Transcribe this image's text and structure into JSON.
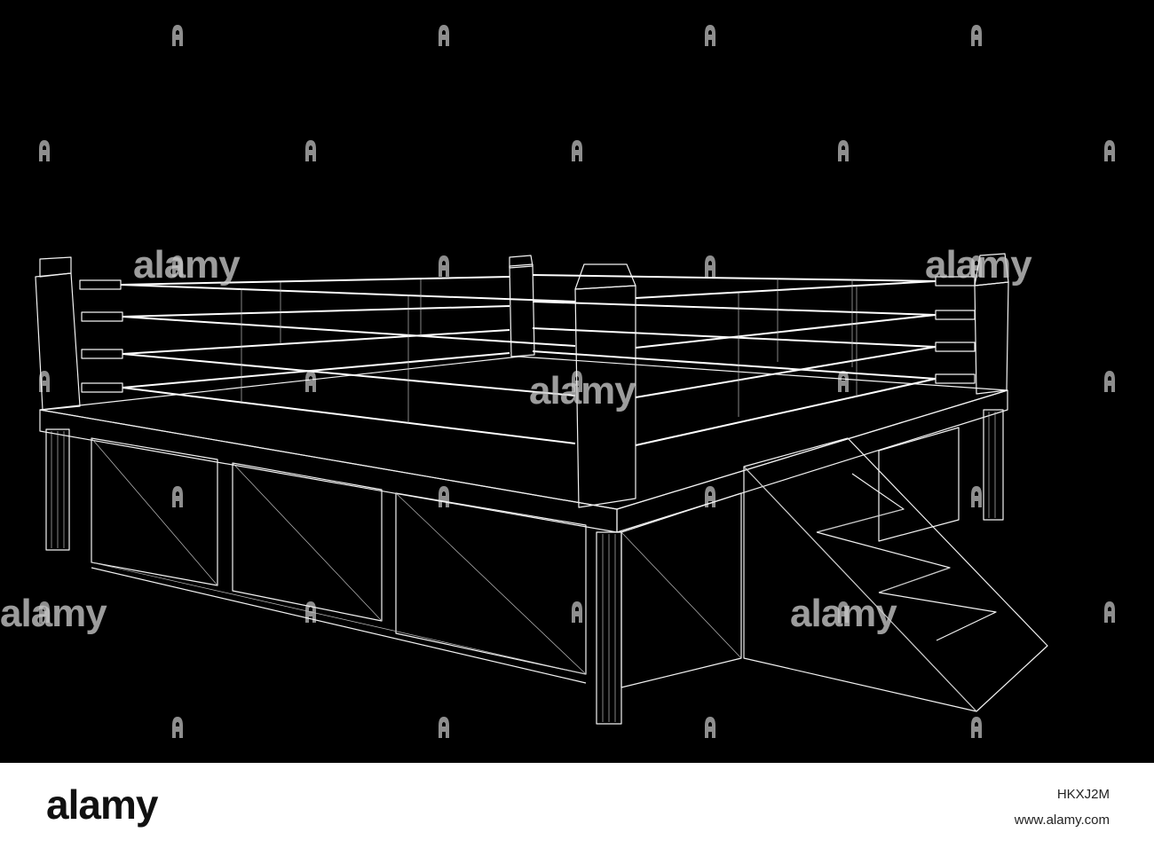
{
  "scene": {
    "subject": "boxing-ring-wireframe",
    "background_color": "#000000",
    "line_color": "#f2f2f2",
    "rope_count": 4,
    "corner_post_count": 4
  },
  "watermark": {
    "brand_text": "alamy",
    "icon": "alamy-a-icon"
  },
  "footer": {
    "logo_text": "alamy",
    "image_id": "HKXJ2M",
    "site": "www.alamy.com"
  }
}
